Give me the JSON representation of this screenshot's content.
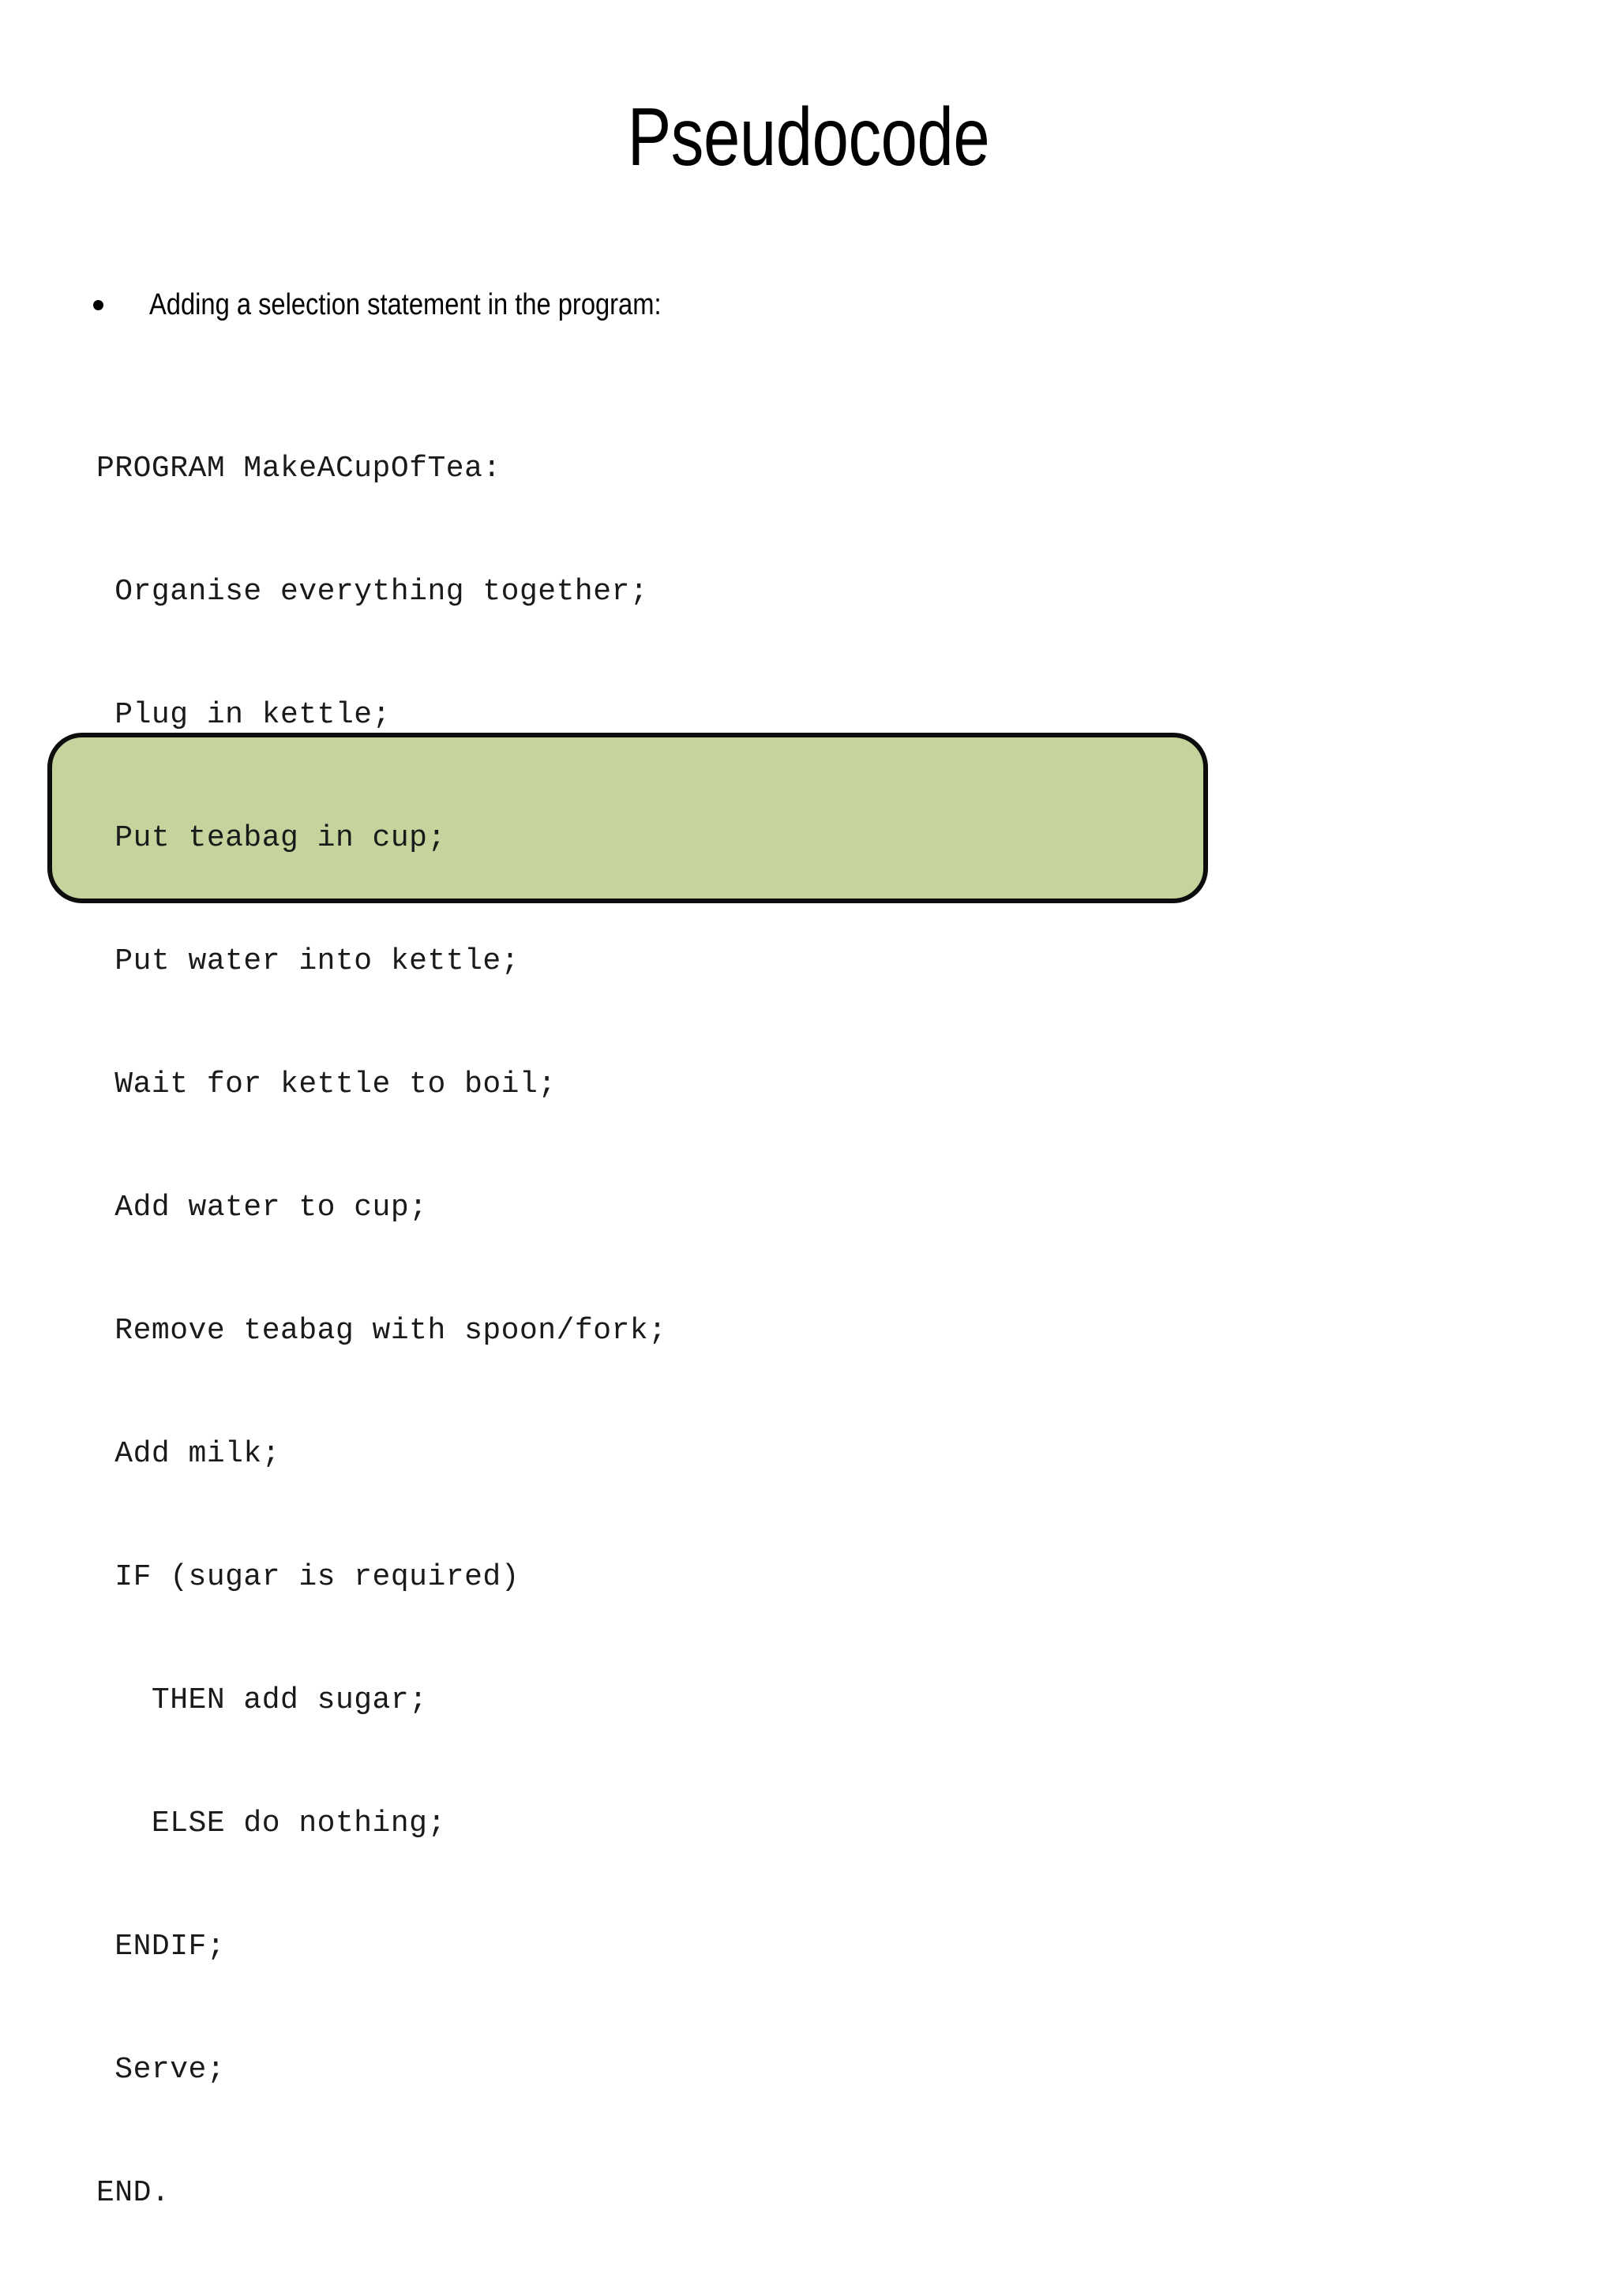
{
  "slide": {
    "title": "Pseudocode",
    "background_color": "#ffffff",
    "text_color": "#000000"
  },
  "bullets": [
    {
      "marker": "bullet-dot",
      "text": "Adding a selection statement in the program:"
    }
  ],
  "code": {
    "language": "pseudocode",
    "lines": [
      "PROGRAM MakeACupOfTea:",
      " Organise everything together;",
      " Plug in kettle;",
      " Put teabag in cup;",
      " Put water into kettle;",
      " Wait for kettle to boil;",
      " Add water to cup;",
      " Remove teabag with spoon/fork;",
      " Add milk;",
      " IF (sugar is required)",
      "   THEN add sugar;",
      "   ELSE do nothing;",
      " ENDIF;",
      " Serve;",
      "END."
    ]
  },
  "highlight": {
    "label": "selection-statement-highlight",
    "fill_color": "#c5d49c",
    "border_color": "#0d0d0d",
    "covered_lines": [
      "IF (sugar is required)",
      "THEN add sugar;",
      "ELSE do nothing;",
      "ENDIF;"
    ]
  }
}
